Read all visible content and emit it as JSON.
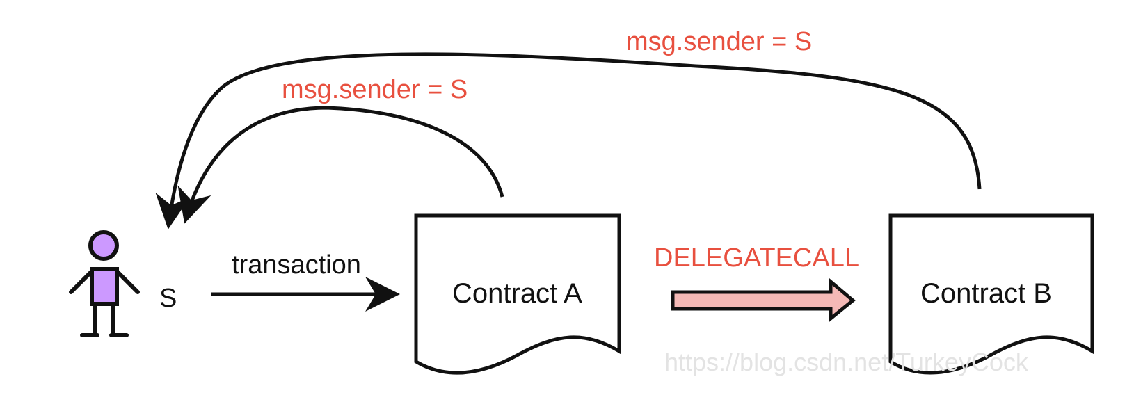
{
  "actor": {
    "label": "S",
    "body_color": "#cc99ff"
  },
  "transaction": {
    "label": "transaction"
  },
  "contract_a": {
    "label": "Contract A"
  },
  "contract_b": {
    "label": "Contract B"
  },
  "delegatecall": {
    "label": "DELEGATECALL",
    "arrow_fill": "#f4b9b6"
  },
  "sender_from_a": {
    "label": "msg.sender = S"
  },
  "sender_from_b": {
    "label": "msg.sender = S"
  },
  "colors": {
    "annotation": "#e8503f",
    "stroke": "#111111"
  },
  "watermark": {
    "text": "https://blog.csdn.net/TurkeyCock"
  }
}
